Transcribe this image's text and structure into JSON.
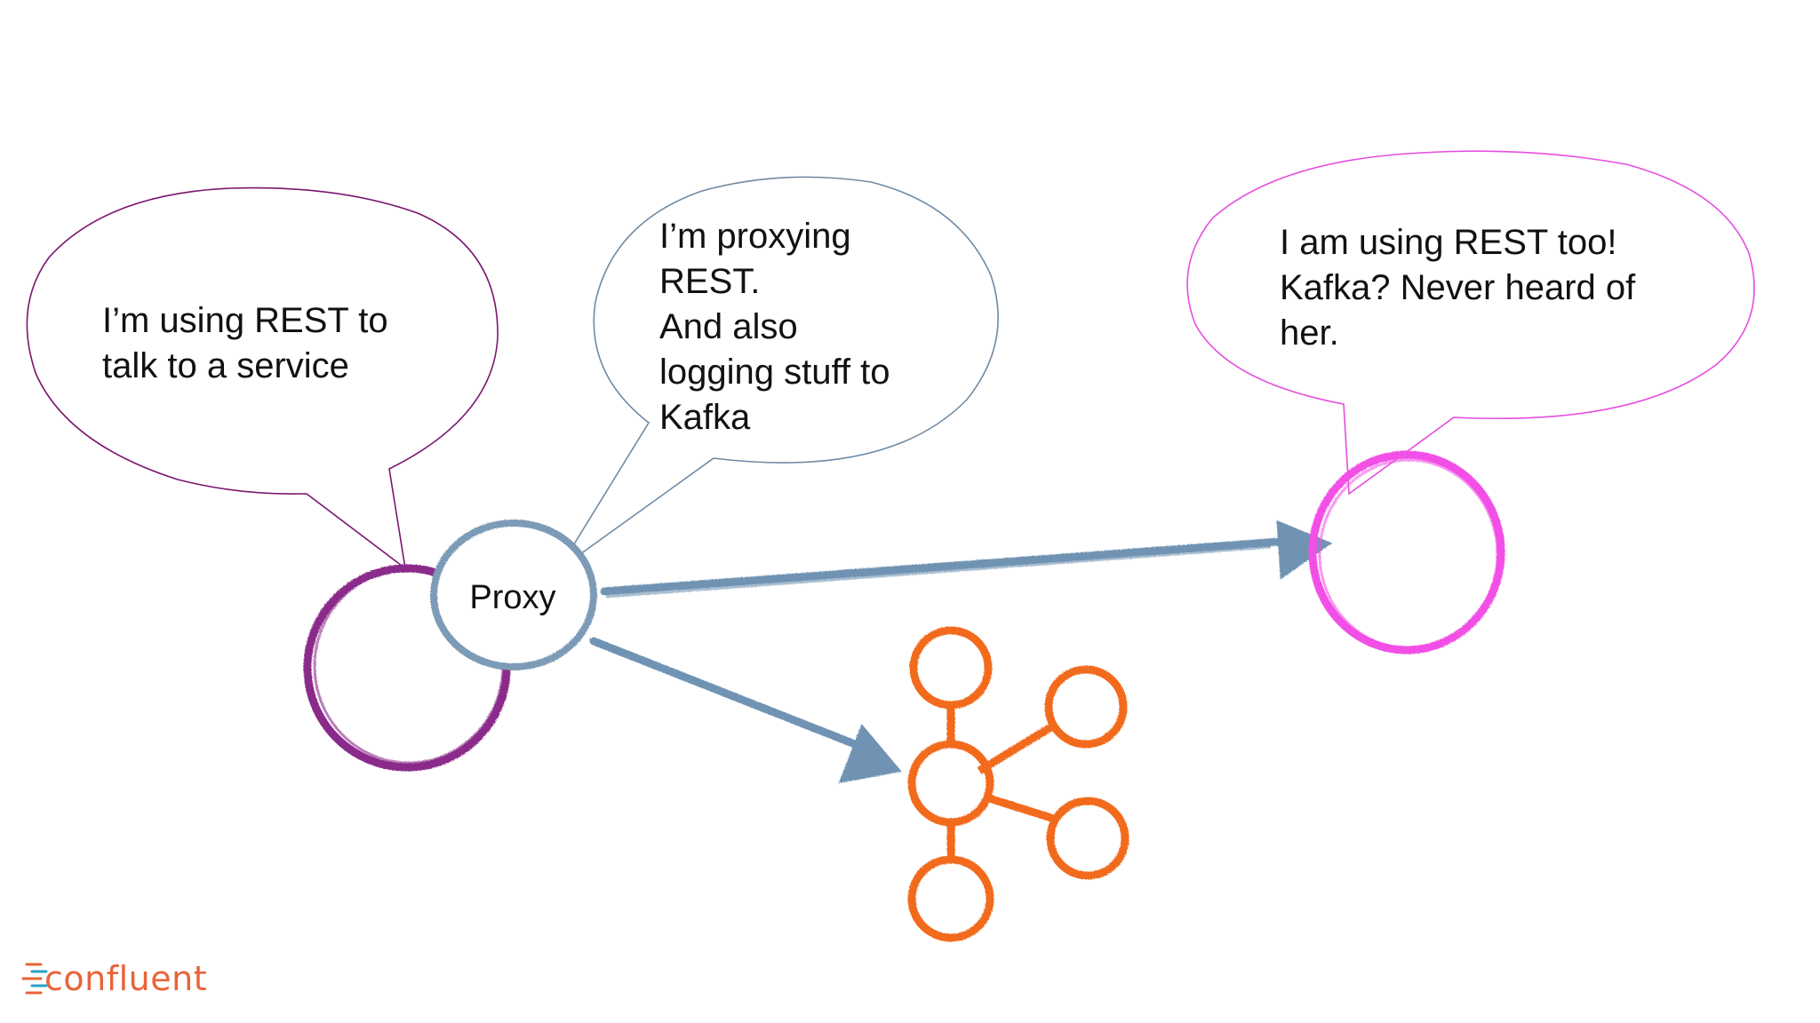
{
  "bubbles": {
    "client": {
      "lines": [
        "I’m using REST to",
        "talk to a service"
      ],
      "color": "#7a1670"
    },
    "proxy": {
      "lines": [
        "I’m proxying",
        "REST.",
        "And also",
        "logging stuff to",
        "Kafka"
      ],
      "color": "#6f8aa3"
    },
    "service": {
      "lines": [
        "I am using REST too!",
        "Kafka? Never heard of",
        "her."
      ],
      "color": "#e64de0"
    }
  },
  "nodes": {
    "proxy_label": "Proxy"
  },
  "colors": {
    "client": "#8a2a8a",
    "proxy": "#7b9bb6",
    "service": "#f24fe6",
    "kafka": "#f26a1b",
    "arrow": "#6f93b3"
  },
  "icons": {
    "kafka_cluster": "kafka-cluster-icon",
    "logo_mark": "confluent-mark-icon"
  },
  "logo": {
    "text": "confluent"
  }
}
